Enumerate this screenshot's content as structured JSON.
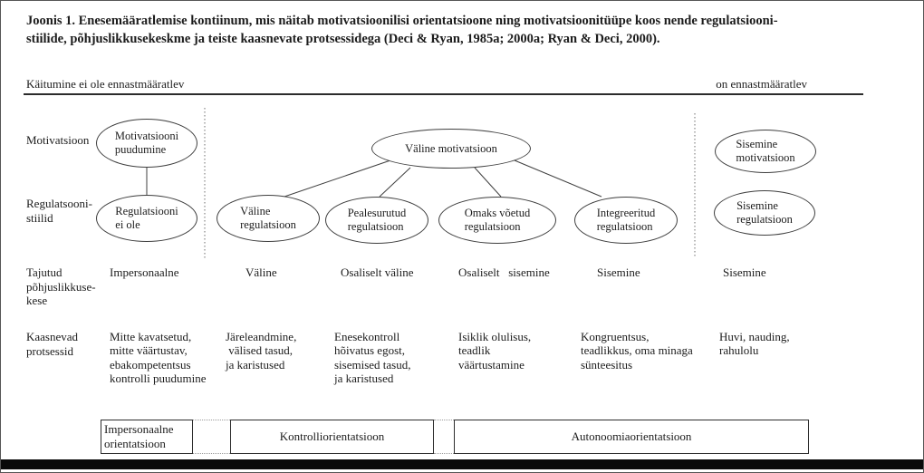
{
  "figure": {
    "title": "Joonis 1. Enesemääratlemise kontiinum, mis näitab motivatsioonilisi orientatsioone ning motivatsioonitüüpe koos nende regulatsiooni-\nstiilide, põhjuslikkusekeskme ja teiste kaasnevate protsessidega (Deci & Ryan, 1985a; 2000a; Ryan & Deci, 2000).",
    "continuum": {
      "left": "Käitumine ei ole ennastmääratlev",
      "right": "on ennastmääratlev"
    },
    "row_labels": {
      "motivation": "Motivatsioon",
      "regulation_styles": "Regulatsooni-\nstiilid",
      "perceived_locus": "Tajutud\npõhjuslikkuse-\nkese",
      "processes": "Kaasnevad\nprotsessid"
    },
    "nodes": {
      "amotivation": "Motivatsiooni\npuudumine",
      "extrinsic_motivation": "Väline motivatsioon",
      "intrinsic_motivation": "Sisemine\nmotivatsioon",
      "non_regulation": "Regulatsiooni\nei ole",
      "external_regulation": "Väline\nregulatsioon",
      "introjected_regulation": "Pealesurutud\nregulatsioon",
      "identified_regulation": "Omaks võetud\nregulatsioon",
      "integrated_regulation": "Integreeritud\nregulatsioon",
      "intrinsic_regulation": "Sisemine\nregulatsioon"
    },
    "locus_row": [
      "Impersonaalne",
      "Väline",
      "Osaliselt väline",
      "Osaliselt   sisemine",
      "Sisemine",
      "Sisemine"
    ],
    "process_row": [
      "Mitte kavatsetud,\nmitte väärtustav,\nebakompetentsus\nkontrolli puudumine",
      "Järeleandmine,\n välised tasud,\nja karistused",
      "Enesekontroll\nhõivatus egost,\nsisemised tasud,\nja karistused",
      "Isiklik olulisus,\nteadlik\nväärtustamine",
      "Kongruentsus,\nteadlikkus, oma minaga\nsünteesitus",
      "Huvi, nauding,\nrahulolu"
    ],
    "orientations": [
      "Impersonaalne\norientatsioon",
      "Kontrolliorientatsioon",
      "Autonoomiaorientatsioon"
    ],
    "colors": {
      "ink": "#1c1c1c",
      "line": "#3f3f3f",
      "bottom_bar": "#0a0a0a"
    }
  }
}
